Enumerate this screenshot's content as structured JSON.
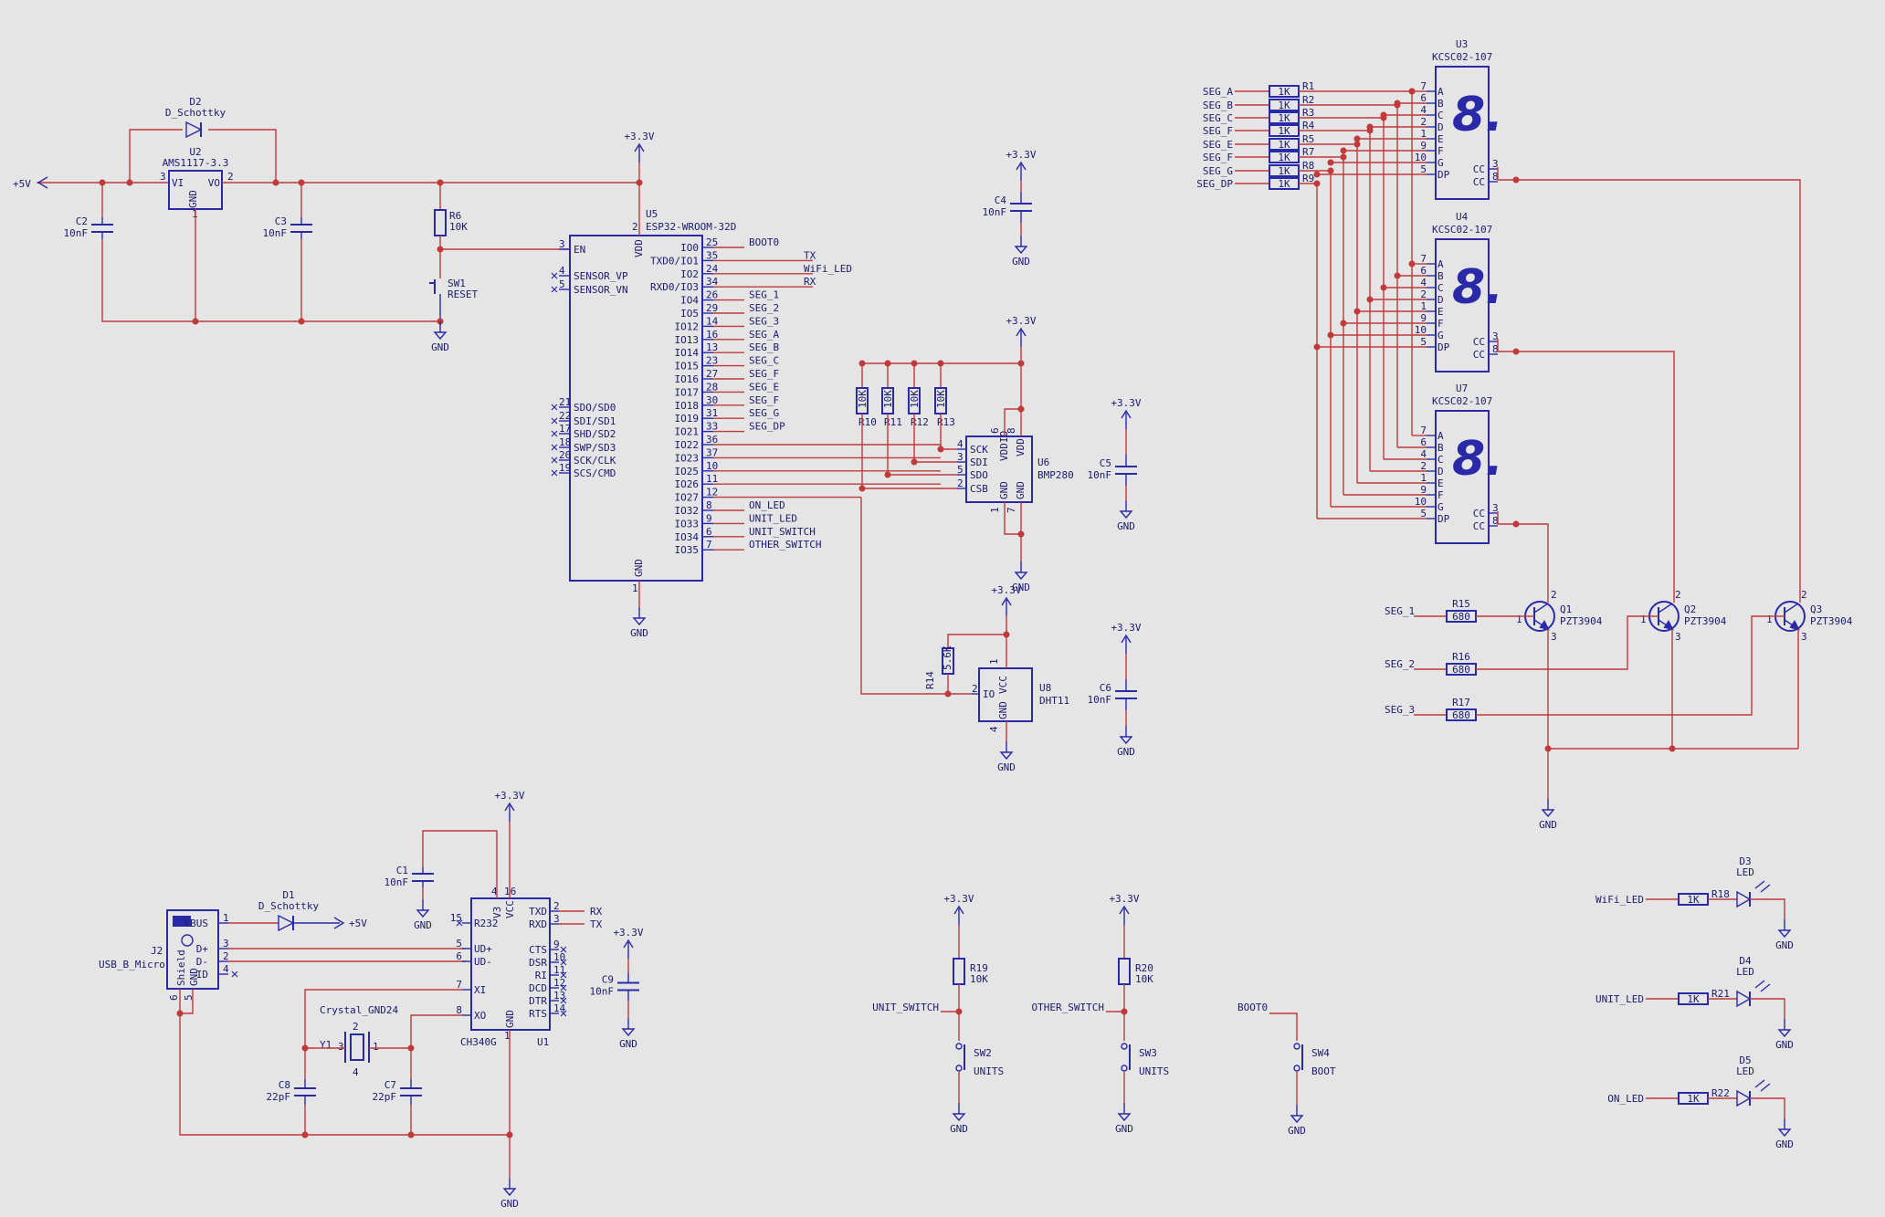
{
  "power": {
    "p5v": "+5V",
    "p3v3": "+3.3V",
    "gnd": "GND"
  },
  "regulator": {
    "d2_ref": "D2",
    "d2_val": "D_Schottky",
    "u2_ref": "U2",
    "u2_val": "AMS1117-3.3",
    "pin_vi": "VI",
    "pin_vo": "VO",
    "pin_gnd": "GND",
    "p3": "3",
    "p2": "2",
    "p1": "1",
    "c2_ref": "C2",
    "c2_val": "10nF",
    "c3_ref": "C3",
    "c3_val": "10nF"
  },
  "reset": {
    "r6_ref": "R6",
    "r6_val": "10K",
    "sw1_ref": "SW1",
    "sw1_val": "RESET"
  },
  "esp32": {
    "ref": "U5",
    "val": "ESP32-WROOM-32D",
    "vdd": "VDD",
    "gnd": "GND",
    "pin_vdd": "2",
    "pin_gnd": "1",
    "left_pins": [
      {
        "num": "3",
        "name": "EN"
      },
      {
        "num": "4",
        "name": "SENSOR_VP"
      },
      {
        "num": "5",
        "name": "SENSOR_VN"
      },
      {
        "num": "21",
        "name": "SDO/SD0"
      },
      {
        "num": "22",
        "name": "SDI/SD1"
      },
      {
        "num": "17",
        "name": "SHD/SD2"
      },
      {
        "num": "18",
        "name": "SWP/SD3"
      },
      {
        "num": "20",
        "name": "SCK/CLK"
      },
      {
        "num": "19",
        "name": "SCS/CMD"
      }
    ],
    "right_pins": [
      {
        "num": "25",
        "name": "IO0",
        "net": "BOOT0"
      },
      {
        "num": "35",
        "name": "TXD0/IO1",
        "net": "TX"
      },
      {
        "num": "24",
        "name": "IO2",
        "net": "WiFi_LED"
      },
      {
        "num": "34",
        "name": "RXD0/IO3",
        "net": "RX"
      },
      {
        "num": "26",
        "name": "IO4",
        "net": "SEG_1"
      },
      {
        "num": "29",
        "name": "IO5",
        "net": "SEG_2"
      },
      {
        "num": "14",
        "name": "IO12",
        "net": "SEG_3"
      },
      {
        "num": "16",
        "name": "IO13",
        "net": "SEG_A"
      },
      {
        "num": "13",
        "name": "IO14",
        "net": "SEG_B"
      },
      {
        "num": "23",
        "name": "IO15",
        "net": "SEG_C"
      },
      {
        "num": "27",
        "name": "IO16",
        "net": "SEG_F"
      },
      {
        "num": "28",
        "name": "IO17",
        "net": "SEG_E"
      },
      {
        "num": "30",
        "name": "IO18",
        "net": "SEG_F"
      },
      {
        "num": "31",
        "name": "IO19",
        "net": "SEG_G"
      },
      {
        "num": "33",
        "name": "IO21",
        "net": "SEG_DP"
      },
      {
        "num": "36",
        "name": "IO22",
        "net": ""
      },
      {
        "num": "37",
        "name": "IO23",
        "net": ""
      },
      {
        "num": "10",
        "name": "IO25",
        "net": ""
      },
      {
        "num": "11",
        "name": "IO26",
        "net": ""
      },
      {
        "num": "12",
        "name": "IO27",
        "net": ""
      },
      {
        "num": "8",
        "name": "IO32",
        "net": "ON_LED"
      },
      {
        "num": "9",
        "name": "IO33",
        "net": "UNIT_LED"
      },
      {
        "num": "6",
        "name": "IO34",
        "net": "UNIT_SWITCH"
      },
      {
        "num": "7",
        "name": "IO35",
        "net": "OTHER_SWITCH"
      }
    ]
  },
  "c4": {
    "ref": "C4",
    "val": "10nF"
  },
  "bmp280": {
    "ref": "U6",
    "val": "BMP280",
    "pins": [
      {
        "num": "4",
        "name": "SCK"
      },
      {
        "num": "3",
        "name": "SDI"
      },
      {
        "num": "5",
        "name": "SDO"
      },
      {
        "num": "2",
        "name": "CSB"
      }
    ],
    "vddio": "VDDIO",
    "vdd": "VDD",
    "gnd1": "GND",
    "gnd2": "GND",
    "p6": "6",
    "p8": "8",
    "p1": "1",
    "p7": "7",
    "pullups": [
      {
        "ref": "R10",
        "val": "10K"
      },
      {
        "ref": "R11",
        "val": "10K"
      },
      {
        "ref": "R12",
        "val": "10K"
      },
      {
        "ref": "R13",
        "val": "10K"
      }
    ]
  },
  "c5": {
    "ref": "C5",
    "val": "10nF"
  },
  "dht11": {
    "ref": "U8",
    "val": "DHT11",
    "io": "IO",
    "vcc": "VCC",
    "gnd": "GND",
    "p1": "1",
    "p2": "2",
    "p4": "4",
    "r14_ref": "R14",
    "r14_val": "5.6K"
  },
  "c6": {
    "ref": "C6",
    "val": "10nF"
  },
  "displays": [
    {
      "ref": "U3",
      "val": "KCSC02-107"
    },
    {
      "ref": "U4",
      "val": "KCSC02-107"
    },
    {
      "ref": "U7",
      "val": "KCSC02-107"
    }
  ],
  "display_pins": [
    {
      "num": "7",
      "name": "A"
    },
    {
      "num": "6",
      "name": "B"
    },
    {
      "num": "4",
      "name": "C"
    },
    {
      "num": "2",
      "name": "D"
    },
    {
      "num": "1",
      "name": "E"
    },
    {
      "num": "9",
      "name": "F"
    },
    {
      "num": "10",
      "name": "G"
    },
    {
      "num": "5",
      "name": "DP"
    }
  ],
  "display_cc": [
    {
      "num": "3",
      "name": "CC"
    },
    {
      "num": "8",
      "name": "CC"
    }
  ],
  "display_glyph": "8.",
  "seg_resistors": [
    {
      "net": "SEG_A",
      "ref": "R1",
      "val": "1K"
    },
    {
      "net": "SEG_B",
      "ref": "R2",
      "val": "1K"
    },
    {
      "net": "SEG_C",
      "ref": "R3",
      "val": "1K"
    },
    {
      "net": "SEG_F",
      "ref": "R4",
      "val": "1K"
    },
    {
      "net": "SEG_E",
      "ref": "R5",
      "val": "1K"
    },
    {
      "net": "SEG_F",
      "ref": "R7",
      "val": "1K"
    },
    {
      "net": "SEG_G",
      "ref": "R8",
      "val": "1K"
    },
    {
      "net": "SEG_DP",
      "ref": "R9",
      "val": "1K"
    }
  ],
  "transistors": [
    {
      "net": "SEG_1",
      "rref": "R15",
      "rval": "680",
      "qref": "Q1",
      "qval": "PZT3904"
    },
    {
      "net": "SEG_2",
      "rref": "R16",
      "rval": "680",
      "qref": "Q2",
      "qval": "PZT3904"
    },
    {
      "net": "SEG_3",
      "rref": "R17",
      "rval": "680",
      "qref": "Q3",
      "qval": "PZT3904"
    }
  ],
  "q_pins": {
    "b": "1",
    "c": "2",
    "e": "3"
  },
  "usb": {
    "c1_ref": "C1",
    "c1_val": "10nF",
    "j2_ref": "J2",
    "j2_val": "USB_B_Micro",
    "vbus": "VBUS",
    "dp": "D+",
    "dm": "D-",
    "id": "ID",
    "shield": "Shield",
    "gnd": "GND",
    "jp1": "1",
    "jp3": "3",
    "jp2": "2",
    "jp4": "4",
    "jp6": "6",
    "jp5": "5",
    "d1_ref": "D1",
    "d1_val": "D_Schottky",
    "u1_ref": "U1",
    "u1_val": "CH340G",
    "ch_left": [
      {
        "num": "15",
        "name": "R232"
      },
      {
        "num": "5",
        "name": "UD+"
      },
      {
        "num": "6",
        "name": "UD-"
      },
      {
        "num": "7",
        "name": "XI"
      },
      {
        "num": "8",
        "name": "XO"
      }
    ],
    "ch_right": [
      {
        "num": "2",
        "name": "TXD",
        "net": "RX"
      },
      {
        "num": "3",
        "name": "RXD",
        "net": "TX"
      },
      {
        "num": "9",
        "name": "CTS"
      },
      {
        "num": "10",
        "name": "DSR"
      },
      {
        "num": "11",
        "name": "RI"
      },
      {
        "num": "12",
        "name": "DCD"
      },
      {
        "num": "13",
        "name": "DTR"
      },
      {
        "num": "14",
        "name": "RTS"
      }
    ],
    "v3": "V3",
    "vcc": "VCC",
    "p4": "4",
    "p16": "16",
    "p1": "1",
    "y1_ref": "Y1",
    "y1_val": "Crystal_GND24",
    "y_p1": "1",
    "y_p2": "2",
    "y_p3": "3",
    "y_p4": "4",
    "c8_ref": "C8",
    "c8_val": "22pF",
    "c7_ref": "C7",
    "c7_val": "22pF",
    "c9_ref": "C9",
    "c9_val": "10nF"
  },
  "switches": [
    {
      "net": "UNIT_SWITCH",
      "rref": "R19",
      "rval": "10K",
      "swref": "SW2",
      "swval": "UNITS"
    },
    {
      "net": "OTHER_SWITCH",
      "rref": "R20",
      "rval": "10K",
      "swref": "SW3",
      "swval": "UNITS"
    }
  ],
  "boot": {
    "net": "BOOT0",
    "swref": "SW4",
    "swval": "BOOT"
  },
  "leds": [
    {
      "net": "WiFi_LED",
      "rref": "R18",
      "rval": "1K",
      "dref": "D3",
      "dval": "LED"
    },
    {
      "net": "UNIT_LED",
      "rref": "R21",
      "rval": "1K",
      "dref": "D4",
      "dval": "LED"
    },
    {
      "net": "ON_LED",
      "rref": "R22",
      "rval": "1K",
      "dref": "D5",
      "dval": "LED"
    }
  ]
}
